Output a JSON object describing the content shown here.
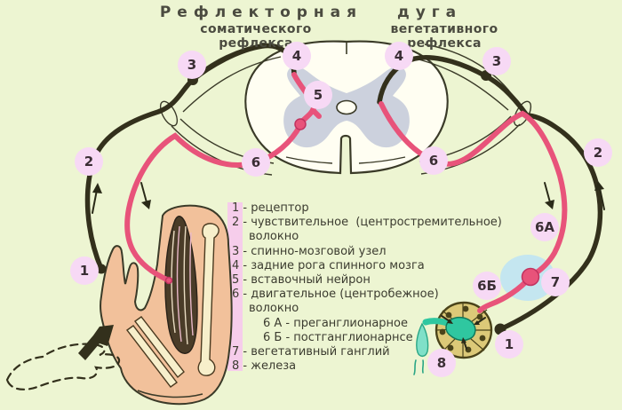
{
  "title": "Рефлекторная дуга",
  "subtitles": {
    "left": "соматического рефлекса",
    "right": "вегетативного рефлекса"
  },
  "markers": [
    {
      "label": "1"
    },
    {
      "label": "2"
    },
    {
      "label": "3"
    },
    {
      "label": "4"
    },
    {
      "label": "5"
    },
    {
      "label": "6"
    },
    {
      "label": "4"
    },
    {
      "label": "3"
    },
    {
      "label": "2"
    },
    {
      "label": "6"
    },
    {
      "label": "6А"
    },
    {
      "label": "6Б"
    },
    {
      "label": "7"
    },
    {
      "label": "1"
    },
    {
      "label": "8"
    }
  ],
  "legend": {
    "items": [
      "1 - рецептор",
      "2 - чувствительное  (центростремительное)",
      "волокно",
      "3 - спинно-мозговой узел",
      "4 - задние рога спинного мозга",
      "5 - вставочный нейрон",
      "6 - двигательное (центробежное)",
      "волокно",
      "6 А - преганглионарное",
      "6 Б - постганглионарнсе",
      "7 - вегетативный ганглий",
      "8 - железа"
    ]
  },
  "colors": {
    "background": "#edf5d2",
    "title_text": "#4b4b40",
    "legend_text": "#3c3c30",
    "marker_bg": "#f7d9f5",
    "marker_text": "#3a2e34",
    "fiber_sensory": "#33301c",
    "fiber_motor": "#e8537a",
    "gray_matter": "#ccd1dd",
    "cord_fill": "#fffef2",
    "outline": "#3a3a28",
    "skin": "#f2c19b",
    "bone": "#f7efcb",
    "muscle": "#4a3c28",
    "gland_fill": "#dcc978",
    "gland_detail": "#4a431a",
    "secretion": "#2fc7a0",
    "secretion_light": "#7fe0c8",
    "ganglion_halo": "#c4e6f0",
    "legend_stripe": "#f6cdeb"
  }
}
